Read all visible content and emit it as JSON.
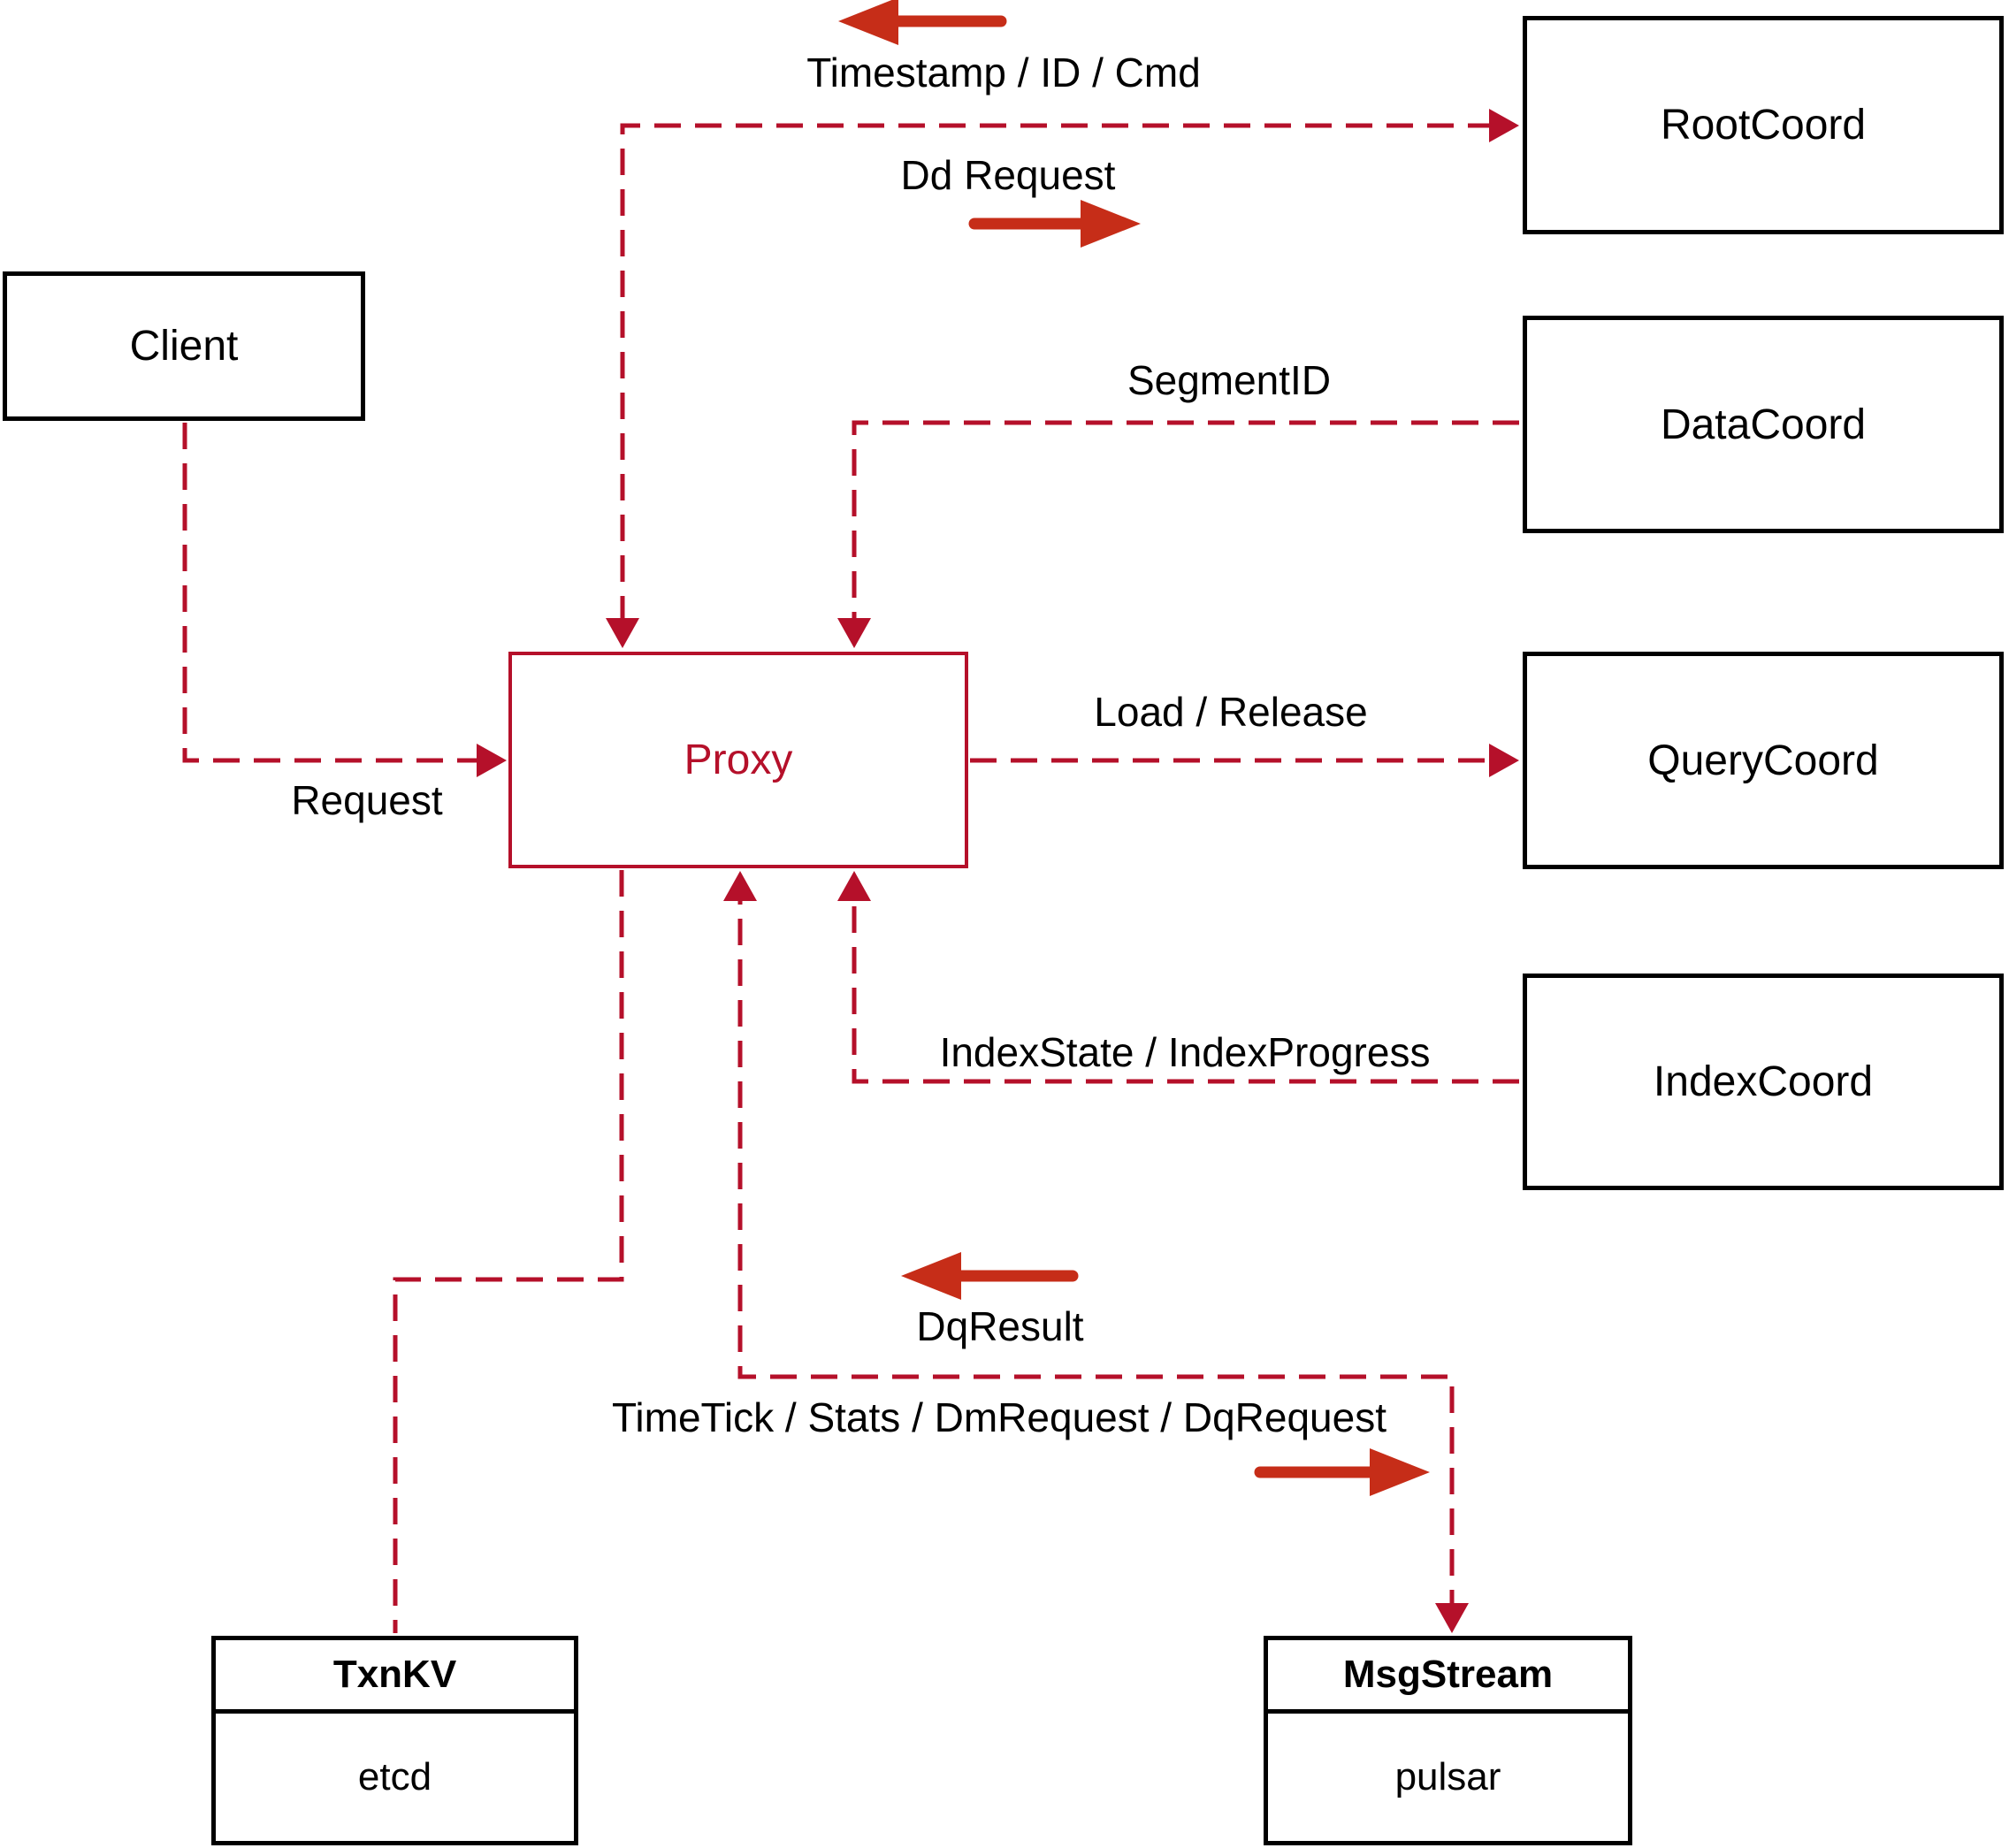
{
  "colors": {
    "background": "#ffffff",
    "connector": "#b5102a",
    "arrow": "#c62d18",
    "node_border": "#000000",
    "node_text": "#000000",
    "proxy_accent": "#b5102a"
  },
  "nodes": {
    "client": {
      "label": "Client"
    },
    "rootcoord": {
      "label": "RootCoord"
    },
    "datacoord": {
      "label": "DataCoord"
    },
    "querycoord": {
      "label": "QueryCoord"
    },
    "indexcoord": {
      "label": "IndexCoord"
    },
    "proxy": {
      "label": "Proxy"
    },
    "txnkv": {
      "title": "TxnKV",
      "body": "etcd"
    },
    "msgstream": {
      "title": "MsgStream",
      "body": "pulsar"
    }
  },
  "edge_labels": {
    "timestamp": "Timestamp / ID / Cmd",
    "dd_request": "Dd Request",
    "segment_id": "SegmentID",
    "load_release": "Load / Release",
    "index_state": "IndexState / IndexProgress",
    "request": "Request",
    "dq_result": "DqResult",
    "timetick": "TimeTick / Stats / DmRequest / DqRequest"
  },
  "edges": [
    {
      "from": "Client",
      "to": "Proxy",
      "label": "Request",
      "style": "dashed",
      "arrow_at": "Proxy"
    },
    {
      "from": "Proxy",
      "to": "RootCoord",
      "labels": [
        "Timestamp / ID / Cmd",
        "Dd Request"
      ],
      "style": "dashed",
      "arrow_at": "both"
    },
    {
      "from": "DataCoord",
      "to": "Proxy",
      "label": "SegmentID",
      "style": "dashed",
      "arrow_at": "Proxy"
    },
    {
      "from": "Proxy",
      "to": "QueryCoord",
      "label": "Load / Release",
      "style": "dashed",
      "arrow_at": "QueryCoord"
    },
    {
      "from": "IndexCoord",
      "to": "Proxy",
      "label": "IndexState / IndexProgress",
      "style": "dashed",
      "arrow_at": "Proxy"
    },
    {
      "from": "Proxy",
      "to": "MsgStream",
      "labels": [
        "DqResult",
        "TimeTick / Stats / DmRequest / DqRequest"
      ],
      "style": "dashed",
      "arrow_at": "both"
    },
    {
      "from": "Proxy",
      "to": "TxnKV",
      "label": "",
      "style": "dashed",
      "arrow_at": "none"
    }
  ],
  "direction_arrows": [
    {
      "name": "timestamp-direction",
      "direction": "left"
    },
    {
      "name": "dd-request-direction",
      "direction": "right"
    },
    {
      "name": "dq-result-direction",
      "direction": "left"
    },
    {
      "name": "timetick-direction",
      "direction": "right"
    }
  ]
}
